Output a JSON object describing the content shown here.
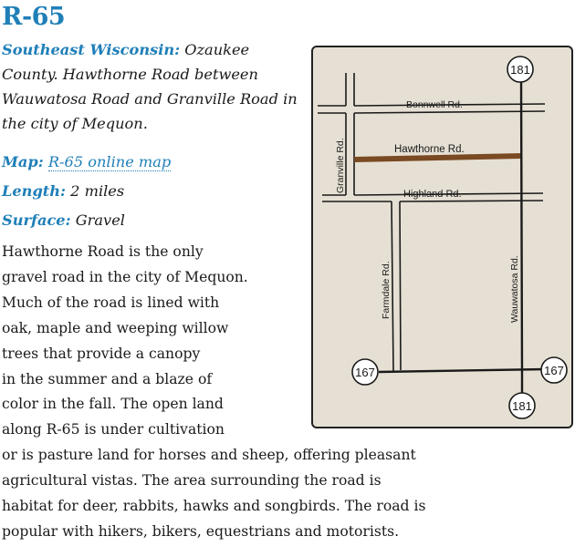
{
  "title": "R-65",
  "intro": {
    "region_label": "Southeast Wisconsin:",
    "region_text": " Ozaukee County. Hawthorne Road between Wauwatosa Road and Granville Road in the city of Mequon."
  },
  "meta": {
    "map_label": "Map:",
    "map_link": "R-65 online map",
    "length_label": "Length:",
    "length_value": " 2 miles",
    "surface_label": "Surface:",
    "surface_value": " Gravel"
  },
  "description": {
    "lines_narrow": [
      "Hawthorne Road is the only",
      "gravel road in the city of Mequon.",
      "Much of the road is lined with",
      "oak, maple and weeping willow",
      "trees that provide a canopy",
      "in the summer and a blaze of",
      "color in the fall. The open land",
      "along R-65 is under cultivation"
    ],
    "lines_wide": [
      "or is pasture land for horses and sheep, offering pleasant",
      "agricultural vistas. The area surrounding the road is",
      "habitat for deer, rabbits, hawks and songbirds. The road is",
      "popular with hikers, bikers, equestrians and motorists."
    ]
  },
  "map": {
    "colors": {
      "background": "#e6e0d4",
      "route": "#7a4a22",
      "roads": "#1a1a1a",
      "title_blue": "#1f7fb8"
    },
    "roads": {
      "bonnwell": "Bonnwell   Rd.",
      "hawthorne": "Hawthorne   Rd.",
      "highland": "Highland   Rd.",
      "granville": "Granville   Rd.",
      "farmdale": "Farmdale   Rd.",
      "wauwatosa": "Wauwatosa Rd."
    },
    "shields": {
      "hwy181_top": "181",
      "hwy181_bottom": "181",
      "hwy167_left": "167",
      "hwy167_right": "167"
    }
  }
}
